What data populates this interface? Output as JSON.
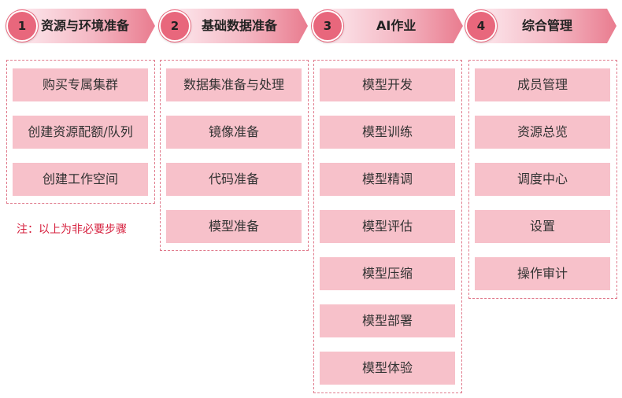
{
  "steps": [
    {
      "num": "1",
      "label": "资源与环境准备"
    },
    {
      "num": "2",
      "label": "基础数据准备"
    },
    {
      "num": "3",
      "label": "AI作业"
    },
    {
      "num": "4",
      "label": "综合管理"
    }
  ],
  "columns": [
    {
      "items": [
        "购买专属集群",
        "创建资源配额/队列",
        "创建工作空间"
      ]
    },
    {
      "items": [
        "数据集准备与处理",
        "镜像准备",
        "代码准备",
        "模型准备"
      ]
    },
    {
      "items": [
        "模型开发",
        "模型训练",
        "模型精调",
        "模型评估",
        "模型压缩",
        "模型部署",
        "模型体验"
      ]
    },
    {
      "items": [
        "成员管理",
        "资源总览",
        "调度中心",
        "设置",
        "操作审计"
      ]
    }
  ],
  "note": "注：以上为非必要步骤",
  "colors": {
    "accent": "#e8677c",
    "item_bg": "#f7c1ca",
    "note": "#d6203e",
    "border": "#e07a8c"
  }
}
